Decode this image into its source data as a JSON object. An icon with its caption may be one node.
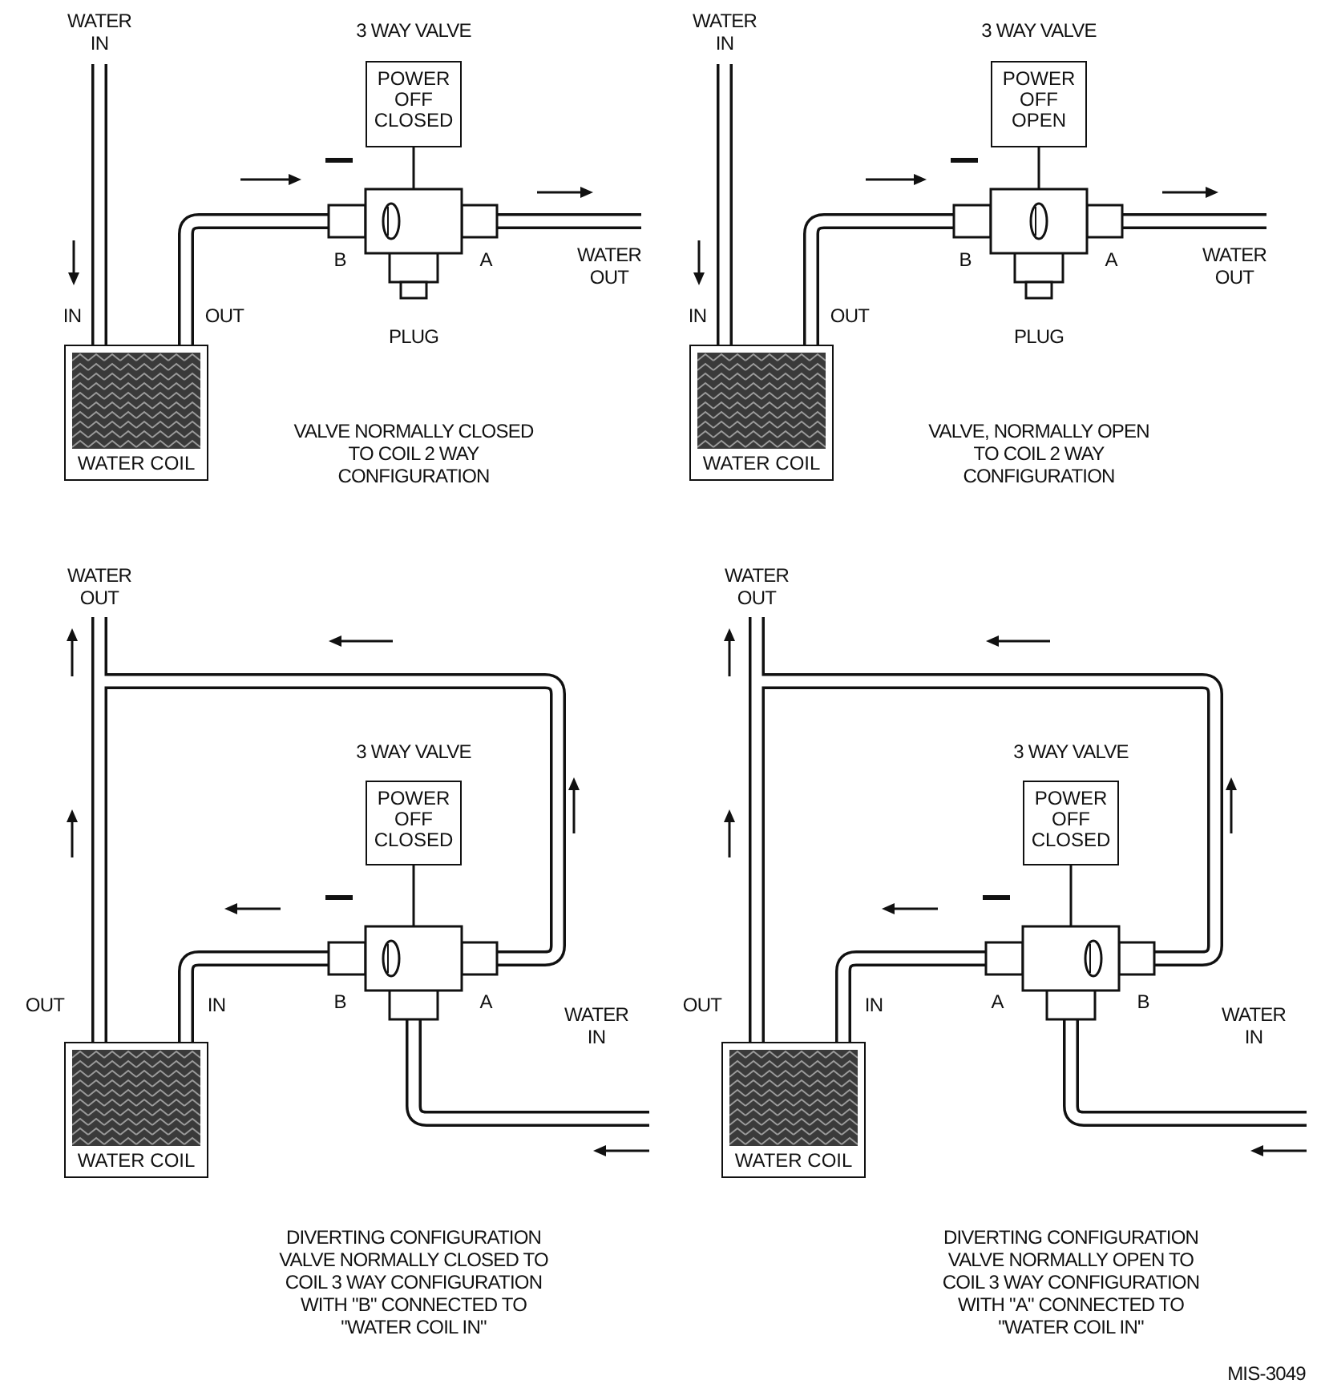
{
  "diagram": {
    "nodes": [
      {
        "text": [
          "POWER OFF CLOSED"
        ]
      },
      {
        "text": [
          "WATER COIL"
        ]
      },
      {
        "text": [
          "POWER OFF OPEN"
        ]
      },
      {
        "text": [
          "WATER COIL"
        ]
      },
      {
        "text": [
          "POWER OFF CLOSED"
        ]
      },
      {
        "text": [
          "WATER COIL"
        ]
      },
      {
        "text": [
          "POWER OFF CLOSED"
        ]
      },
      {
        "text": [
          "WATER COIL"
        ]
      }
    ],
    "labels": [
      "WATER IN",
      "3 WAY VALVE",
      "B",
      "A",
      "WATER OUT",
      "IN",
      "OUT",
      "PLUG",
      "VALVE NORMALLY CLOSED TO COIL 2 WAY CONFIGURATION",
      "WATER IN",
      "3 WAY VALVE",
      "B",
      "A",
      "WATER OUT",
      "IN",
      "OUT",
      "PLUG",
      "VALVE, NORMALLY OPEN TO COIL 2 WAY CONFIGURATION",
      "WATER OUT",
      "3 WAY VALVE",
      "B",
      "A",
      "WATER IN",
      "OUT",
      "IN",
      "DIVERTING CONFIGURATION VALVE NORMALLY CLOSED TO COIL 3 WAY CONFIGURATION WITH \"B\" CONNECTED TO \"WATER COIL IN\"",
      "WATER OUT",
      "3 WAY VALVE",
      "A",
      "B",
      "WATER IN",
      "OUT",
      "IN",
      "DIVERTING CONFIGURATION VALVE NORMALLY OPEN TO COIL 3 WAY CONFIGURATION WITH \"A\" CONNECTED TO \"WATER COIL IN\"",
      "MIS-3049"
    ]
  }
}
